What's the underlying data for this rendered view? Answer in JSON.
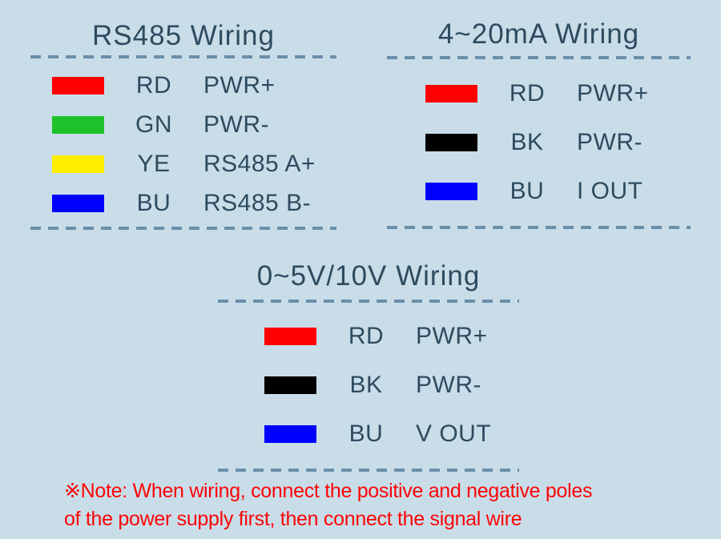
{
  "colors": {
    "background": "#c9dde9",
    "heading_text": "#2d4b5f",
    "dashed_line": "#6a8fa8",
    "note_text": "#fb0507",
    "wire_red": "#ff0000",
    "wire_green": "#1ec32b",
    "wire_yellow": "#ffee00",
    "wire_blue": "#0000ff",
    "wire_black": "#000000"
  },
  "panels": [
    {
      "title": "RS485 Wiring",
      "rows": [
        {
          "color": "#ff0000",
          "color_name": "red",
          "code": "RD",
          "func": "PWR+"
        },
        {
          "color": "#1ec32b",
          "color_name": "green",
          "code": "GN",
          "func": "PWR-"
        },
        {
          "color": "#ffee00",
          "color_name": "yellow",
          "code": "YE",
          "func": "RS485 A+"
        },
        {
          "color": "#0000ff",
          "color_name": "blue",
          "code": "BU",
          "func": "RS485 B-"
        }
      ]
    },
    {
      "title": "4~20mA Wiring",
      "rows": [
        {
          "color": "#ff0000",
          "color_name": "red",
          "code": "RD",
          "func": "PWR+"
        },
        {
          "color": "#000000",
          "color_name": "black",
          "code": "BK",
          "func": "PWR-"
        },
        {
          "color": "#0000ff",
          "color_name": "blue",
          "code": "BU",
          "func": "I OUT"
        }
      ]
    },
    {
      "title": "0~5V/10V Wiring",
      "rows": [
        {
          "color": "#ff0000",
          "color_name": "red",
          "code": "RD",
          "func": "PWR+"
        },
        {
          "color": "#000000",
          "color_name": "black",
          "code": "BK",
          "func": "PWR-"
        },
        {
          "color": "#0000ff",
          "color_name": "blue",
          "code": "BU",
          "func": "V OUT"
        }
      ]
    }
  ],
  "note": {
    "line1": "※Note: When wiring, connect the positive and negative poles",
    "line2": "of the power supply first, then connect the signal wire"
  }
}
